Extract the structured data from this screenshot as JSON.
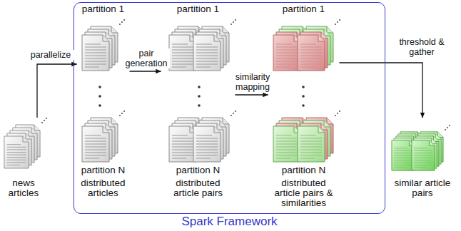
{
  "diagram": {
    "nodes": [
      {
        "text": [
          "Spark Framework"
        ]
      },
      {
        "text": [
          "news articles"
        ]
      },
      {
        "text": [
          "partition 1",
          "partition N",
          "distributed articles"
        ],
        "in": 0
      },
      {
        "text": [
          "partition 1",
          "partition N",
          "distributed article pairs"
        ],
        "in": 0
      },
      {
        "text": [
          "partition 1",
          "partition N",
          "distributed article pairs & similarities"
        ],
        "in": 0
      },
      {
        "text": [
          "similar article pairs"
        ]
      }
    ],
    "edges": [
      {
        "from": 1,
        "to": 2,
        "arrow": "to",
        "label": "parallelize"
      },
      {
        "from": 2,
        "to": 3,
        "arrow": "to",
        "label": "pair generation"
      },
      {
        "from": 3,
        "to": 4,
        "arrow": "to",
        "label": "similarity mapping"
      },
      {
        "from": 4,
        "to": 5,
        "arrow": "to",
        "label": "threshold & gather"
      }
    ]
  }
}
